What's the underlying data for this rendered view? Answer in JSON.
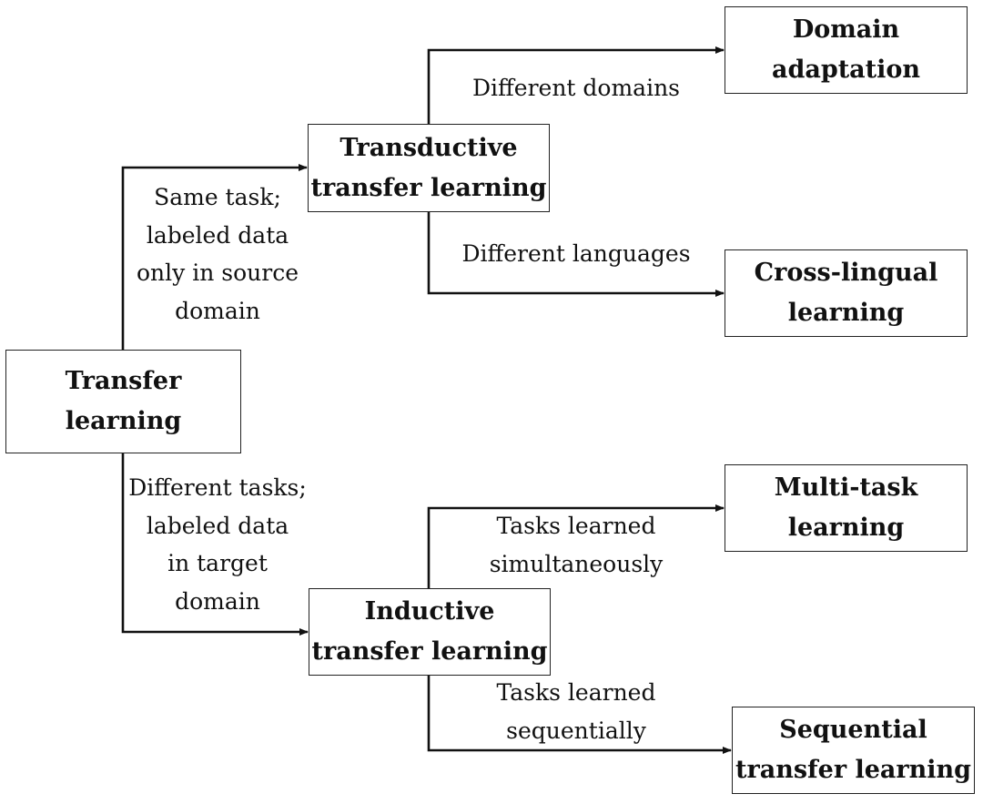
{
  "nodes": {
    "root": [
      "Transfer",
      "learning"
    ],
    "transductive": [
      "Transductive",
      "transfer learning"
    ],
    "inductive": [
      "Inductive",
      "transfer learning"
    ],
    "domain_adaptation": [
      "Domain",
      "adaptation"
    ],
    "cross_lingual": [
      "Cross-lingual",
      "learning"
    ],
    "multi_task": [
      "Multi-task",
      "learning"
    ],
    "sequential": [
      "Sequential",
      "transfer learning"
    ]
  },
  "edges": {
    "root_to_transductive": [
      "Same task;",
      "labeled data",
      "only in source",
      "domain"
    ],
    "root_to_inductive": [
      "Different tasks;",
      "labeled data",
      "in target",
      "domain"
    ],
    "transductive_to_domain": [
      "Different domains"
    ],
    "transductive_to_crosslingual": [
      "Different languages"
    ],
    "inductive_to_multitask": [
      "Tasks learned",
      "simultaneously"
    ],
    "inductive_to_sequential": [
      "Tasks learned",
      "sequentially"
    ]
  }
}
